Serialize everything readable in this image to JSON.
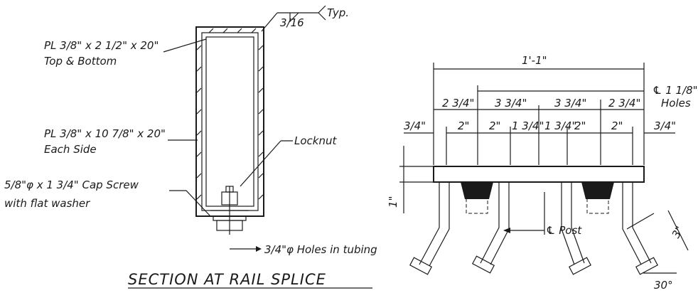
{
  "section": {
    "title": "SECTION AT RAIL SPLICE",
    "weld_size": "3/16",
    "weld_note": "Typ.",
    "plate_top": "PL 3/8\" x 2 1/2\" x 20\"",
    "plate_top_sub": "Top & Bottom",
    "plate_side": "PL 3/8\" x 10 7/8\" x 20\"",
    "plate_side_sub": "Each Side",
    "locknut": "Locknut",
    "screw": "5/8\"φ x 1 3/4\" Cap Screw",
    "screw_sub": "with flat washer",
    "holes": "3/4\"φ Holes in tubing"
  },
  "elevation": {
    "overall": "1'-1\"",
    "holes_label": "℄ 1 1/8\"",
    "holes_sub": "Holes",
    "row1": [
      "2 3/4\"",
      "3 3/4\"",
      "3 3/4\"",
      "2 3/4\""
    ],
    "row2_edge_left": "3/4\"",
    "row2_edge_right": "3/4\"",
    "row2": [
      "2\"",
      "2\"",
      "1 3/4\"",
      "1 3/4\"",
      "2\"",
      "2\""
    ],
    "height": "1\"",
    "post": "℄ Post",
    "leg": "3\"",
    "angle": "30°"
  }
}
